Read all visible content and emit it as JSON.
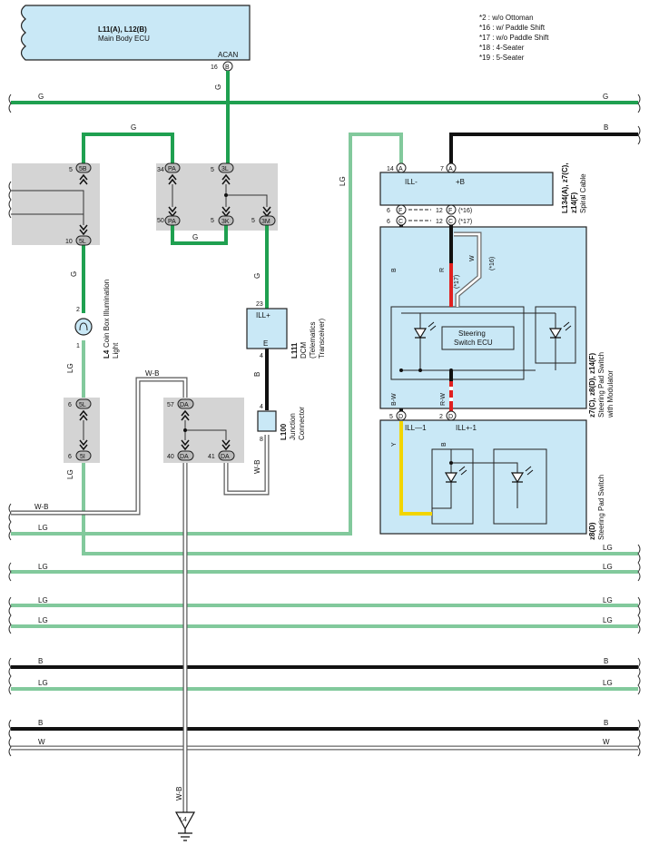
{
  "ecu": {
    "line1": "L11(A), L12(B)",
    "line2": "Main Body ECU",
    "pin_name": "ACAN",
    "pin_num": "16",
    "conn": "B"
  },
  "notes": [
    "*2 : w/o Ottoman",
    "*16 : w/ Paddle Shift",
    "*17 : w/o Paddle Shift",
    "*18 : 4-Seater",
    "*19 : 5-Seater"
  ],
  "wires": {
    "G": "G",
    "LG": "LG",
    "B": "B",
    "W": "W",
    "WB": "W-B",
    "Y": "Y",
    "R": "R",
    "RW": "R-W",
    "BW": "B-W"
  },
  "junction_pins": {
    "j5B": {
      "num": "5",
      "code": "5B"
    },
    "j5L": {
      "num": "10",
      "code": "5L"
    },
    "jPA1": {
      "num": "34",
      "code": "PA"
    },
    "jPA2": {
      "num": "50",
      "code": "PA"
    },
    "j3L": {
      "num": "5",
      "code": "3L"
    },
    "j3K": {
      "num": "5",
      "code": "3K"
    },
    "j3M": {
      "num": "5",
      "code": "3M"
    },
    "j5Lb": {
      "num": "6",
      "code": "5L"
    },
    "j5I": {
      "num": "6",
      "code": "5I"
    },
    "jDA1": {
      "num": "57",
      "code": "DA"
    },
    "jDA2": {
      "num": "40",
      "code": "DA"
    },
    "jDA3": {
      "num": "41",
      "code": "DA"
    }
  },
  "coin_light": {
    "pin_top": "2",
    "pin_bot": "1",
    "line1": "L4",
    "line2": "Coin Box Illumination",
    "line3": "Light"
  },
  "dcm": {
    "pin_top": "23",
    "pin_bot": "4",
    "ill": "ILL+",
    "e": "E",
    "line1": "L111",
    "line2": "DCM",
    "line3": "(Telematics",
    "line4": "Transceiver)"
  },
  "junction_conn": {
    "pin_top": "4",
    "pin_bot": "8",
    "line1": "L100",
    "line2": "Junction",
    "line3": "Connector"
  },
  "spiral": {
    "pin1": "14",
    "conn1": "A",
    "pin2": "7",
    "conn2": "A",
    "ill_minus": "ILL-",
    "plus_b": "+B",
    "line1": "L134(A), z7(C),",
    "line2": "z14(F)",
    "line3": "Spiral Cable",
    "f_left": "6",
    "f_left_c": "F",
    "f_right": "12",
    "f_right_c": "F",
    "c_left": "6",
    "c_left_c": "C",
    "c_right": "12",
    "c_right_c": "C",
    "note16": "(*16)",
    "note17": "(*17)"
  },
  "pad_mod": {
    "ecu1": "Steering",
    "ecu2": "Switch ECU",
    "note17": "(*17)",
    "note16": "(*16)",
    "line1": "z7(C), z8(D), z14(F)",
    "line2": "Steering Pad Switch",
    "line3": "with Modulator"
  },
  "pad_sw": {
    "pin_l": "5",
    "conn_l": "D",
    "pin_r": "2",
    "conn_r": "D",
    "ill1": "ILL—1",
    "illp1": "ILL+-1",
    "line1": "z8(D)",
    "line2": "Steering Pad Switch"
  },
  "ground": {
    "label": "L4"
  }
}
